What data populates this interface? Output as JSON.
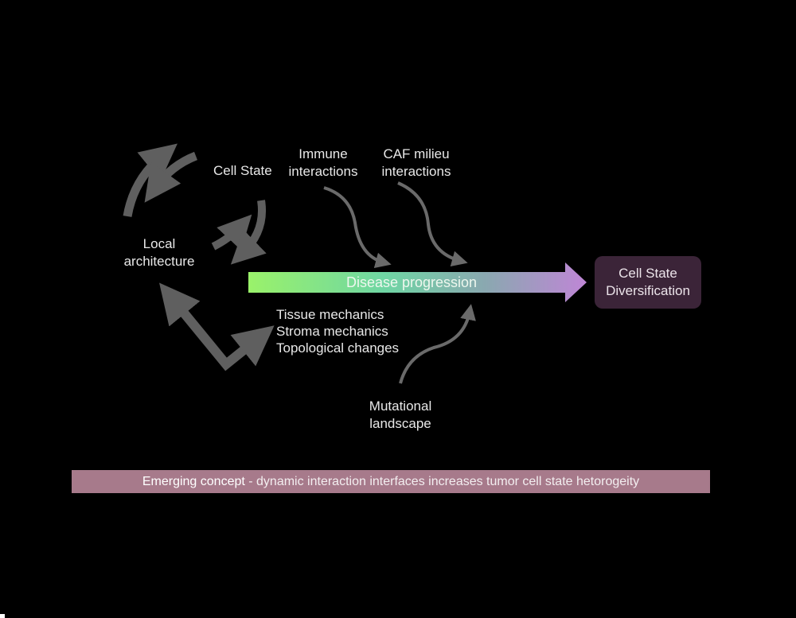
{
  "diagram": {
    "cycle_labels": {
      "cell_state": "Cell State",
      "local_architecture": [
        "Local",
        "architecture"
      ]
    },
    "inputs": {
      "immune": [
        "Immune",
        "interactions"
      ],
      "caf": [
        "CAF milieu",
        "interactions"
      ],
      "mechanics": [
        "Tissue mechanics",
        "Stroma mechanics",
        "Topological changes"
      ],
      "mutational": [
        "Mutational",
        "landscape"
      ]
    },
    "progression": {
      "label": "Disease progression",
      "gradient_colors": [
        "#9af26a",
        "#6fd6a4",
        "#8aa8b0",
        "#bf86d6"
      ]
    },
    "outcome": [
      "Cell State",
      "Diversification"
    ],
    "banner": {
      "strong": "Emerging concept",
      "text": " - dynamic interaction interfaces increases tumor cell state hetorogeity",
      "color": "#a77a8b"
    },
    "colors": {
      "background": "#000000",
      "arrow_gray": "#5f5f5f",
      "outcome_box": "#3b2438"
    }
  }
}
